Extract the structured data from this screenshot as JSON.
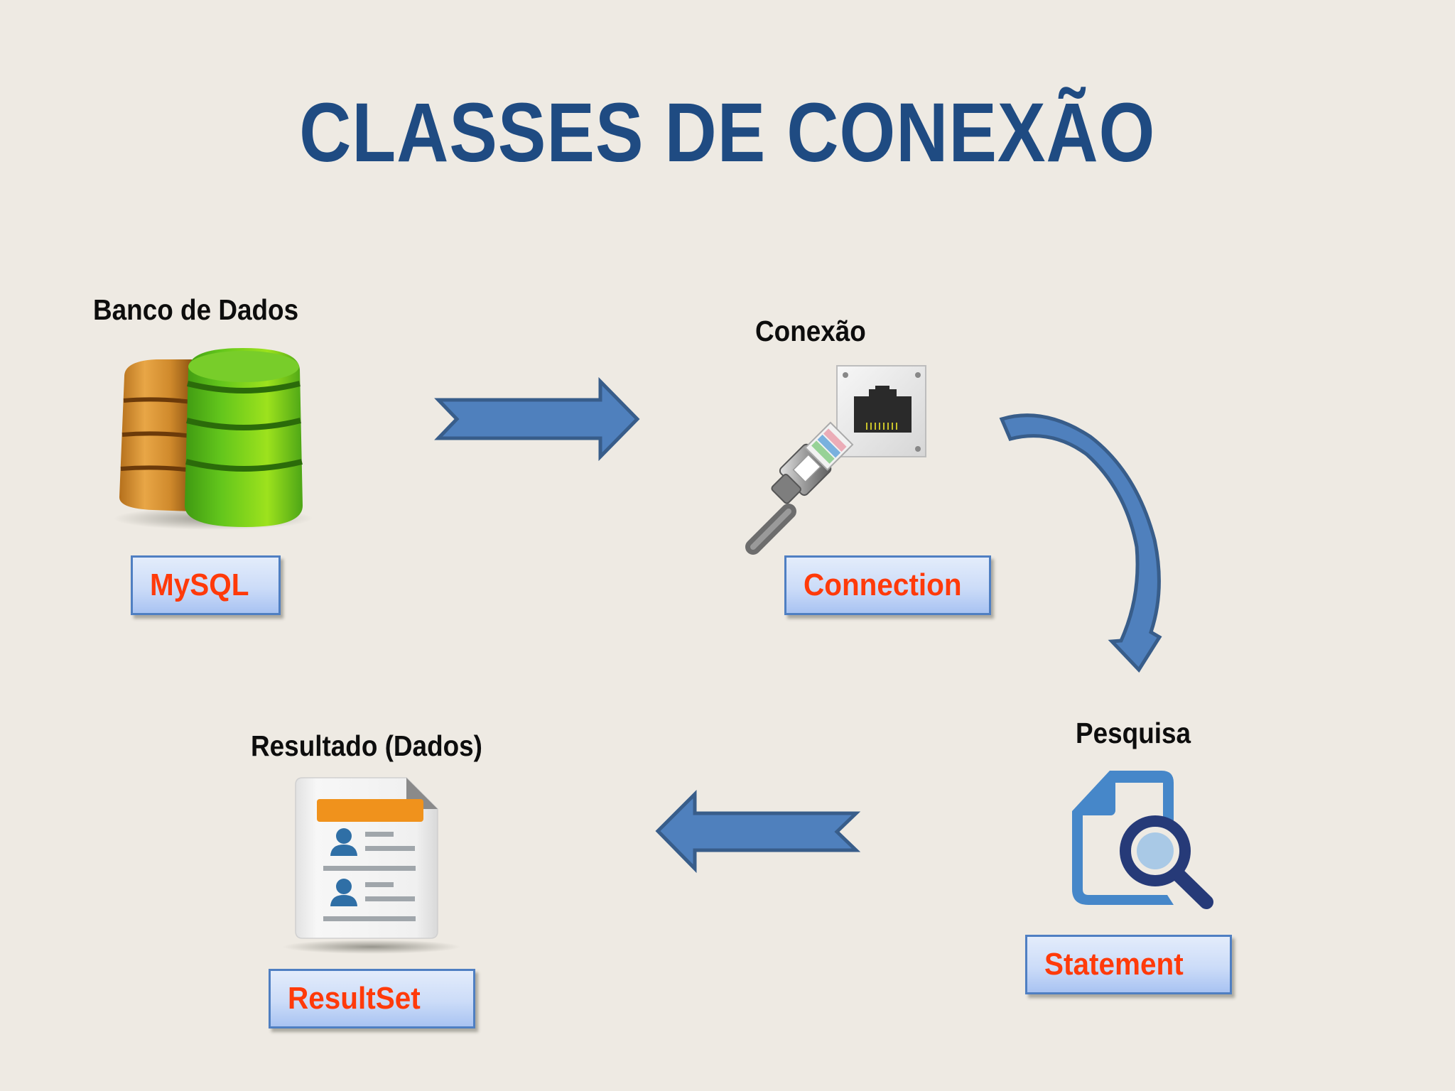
{
  "title": "CLASSES DE CONEXÃO",
  "nodes": [
    {
      "id": "database",
      "label": "Banco de Dados",
      "class_name": "MySQL",
      "icon": "database-icon"
    },
    {
      "id": "connection",
      "label": "Conexão",
      "class_name": "Connection",
      "icon": "network-plug-icon"
    },
    {
      "id": "query",
      "label": "Pesquisa",
      "class_name": "Statement",
      "icon": "document-search-icon"
    },
    {
      "id": "result",
      "label": "Resultado (Dados)",
      "class_name": "ResultSet",
      "icon": "document-records-icon"
    }
  ],
  "edges": [
    {
      "from": "database",
      "to": "connection",
      "shape": "straight-arrow-right"
    },
    {
      "from": "connection",
      "to": "query",
      "shape": "curved-arrow-down"
    },
    {
      "from": "query",
      "to": "result",
      "shape": "straight-arrow-left"
    }
  ],
  "colors": {
    "background": "#eeeae3",
    "title": "#1f4b82",
    "class_text": "#ff3a0a",
    "arrow_fill": "#4f80bd",
    "arrow_stroke": "#385d8a",
    "box_border": "#4f7fc2"
  }
}
